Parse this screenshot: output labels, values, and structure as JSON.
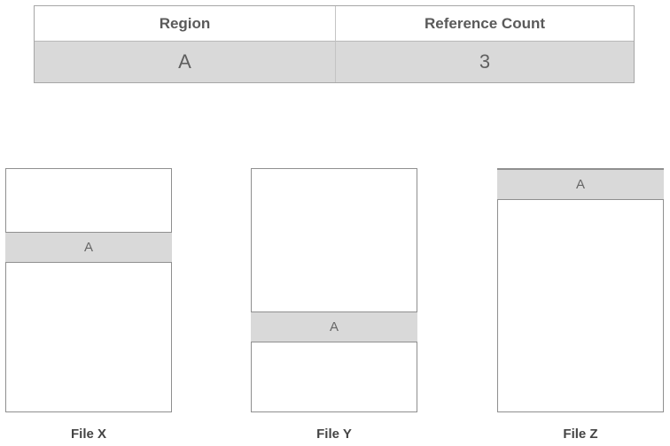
{
  "table": {
    "headers": [
      "Region",
      "Reference Count"
    ],
    "row": [
      "A",
      "3"
    ]
  },
  "files": [
    {
      "label": "File X",
      "region": "A"
    },
    {
      "label": "File Y",
      "region": "A"
    },
    {
      "label": "File Z",
      "region": "A"
    }
  ]
}
